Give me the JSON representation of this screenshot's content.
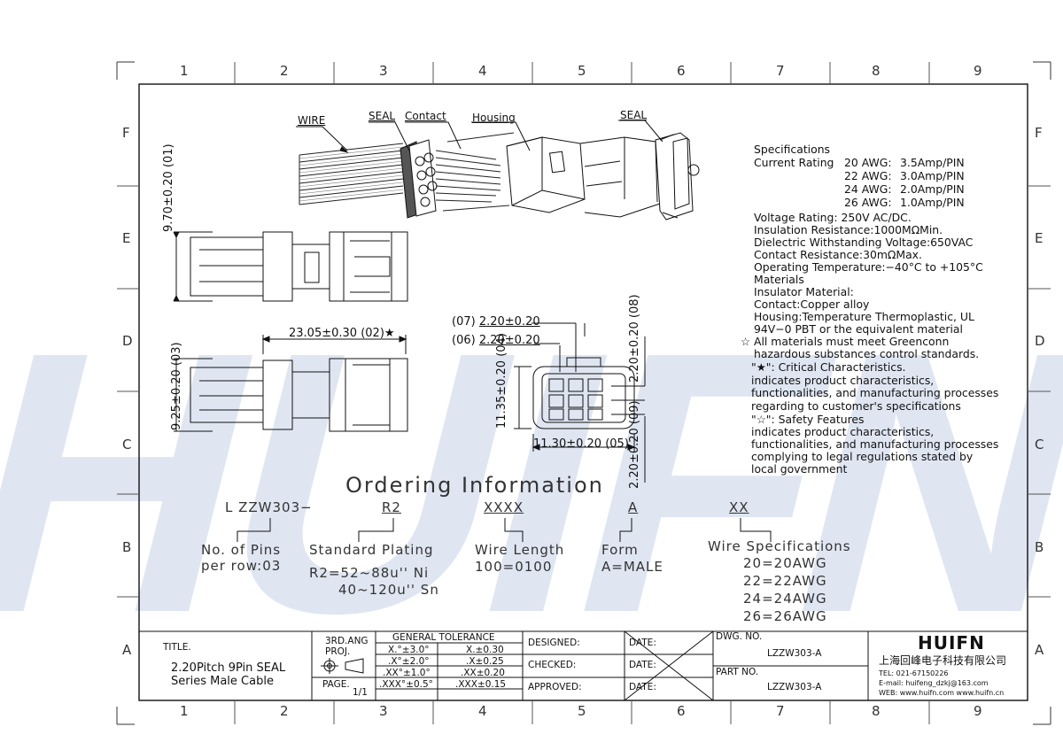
{
  "frame": {
    "columns": [
      "1",
      "2",
      "3",
      "4",
      "5",
      "6",
      "7",
      "8",
      "9"
    ],
    "rows": [
      "F",
      "E",
      "D",
      "C",
      "B",
      "A"
    ]
  },
  "callouts": {
    "wire": "WIRE",
    "seal_left": "SEAL",
    "contact": "Contact",
    "housing": "Housing",
    "seal_right": "SEAL"
  },
  "dimensions": {
    "d01": {
      "value": "9.70±0.20",
      "tag": "01"
    },
    "d02": {
      "value": "23.05±0.30",
      "tag": "02",
      "mark": "★"
    },
    "d03": {
      "value": "9.25±0.20",
      "tag": "03"
    },
    "d04": {
      "value": "11.35±0.20",
      "tag": "04"
    },
    "d05": {
      "value": "11.30±0.20",
      "tag": "05"
    },
    "d06": {
      "value": "2.20±0.20",
      "tag": "06"
    },
    "d07": {
      "value": "2.20±0.20",
      "tag": "07"
    },
    "d08": {
      "value": "2.20±0.20",
      "tag": "08"
    },
    "d09": {
      "value": "2.20±0.20",
      "tag": "09"
    }
  },
  "specifications": {
    "heading": "Specifications",
    "current_rating_label": "Current Rating",
    "current": [
      {
        "awg": "20 AWG:",
        "amp": "3.5Amp/PIN"
      },
      {
        "awg": "22 AWG:",
        "amp": "3.0Amp/PIN"
      },
      {
        "awg": "24 AWG:",
        "amp": "2.0Amp/PIN"
      },
      {
        "awg": "26 AWG:",
        "amp": "1.0Amp/PIN"
      }
    ],
    "voltage": "Voltage Rating: 250V AC/DC.",
    "insulation": "Insulation Resistance:1000MΩMin.",
    "dielectric": "Dielectric Withstanding Voltage:650VAC",
    "contact_res": "Contact Resistance:30mΩMax.",
    "op_temp": "Operating Temperature:−40°C to +105°C",
    "materials": "Materials",
    "insulator": "Insulator Material:",
    "contact_mat": "Contact:Copper alloy",
    "housing_mat": "Housing:Temperature Thermoplastic, UL",
    "housing_mat2": "94V−0 PBT or the equivalent material",
    "star_mark": "☆",
    "greenconn1": "All materials must meet Greenconn",
    "greenconn2": "hazardous substances control standards.",
    "critical_head": "\"★\": Critical Characteristics.",
    "critical1": "indicates product characteristics,",
    "critical2": "functionalities, and manufacturing processes",
    "critical3": "regarding to customer's specifications",
    "safety_head": "\"☆\": Safety Features",
    "safety1": "indicates product characteristics,",
    "safety2": "functionalities, and manufacturing processes",
    "safety3": "complying to legal regulations stated by",
    "safety4": "local government"
  },
  "ordering": {
    "title": "Ordering Information",
    "part_prefix": "L ZZW303−",
    "plating_code": "R2",
    "length_code": "XXXX",
    "form_code": "A",
    "wire_code": "XX",
    "pins_label": "No. of Pins",
    "pins_value": "per row:03",
    "plating_label": "Standard Plating",
    "plating_ni": "R2=52~88u'' Ni",
    "plating_sn": "40~120u'' Sn",
    "length_label": "Wire Length",
    "length_value": "100=0100",
    "form_label": "Form",
    "form_value": "A=MALE",
    "wire_label": "Wire Specifications",
    "wire_values": [
      "20=20AWG",
      "22=22AWG",
      "24=24AWG",
      "26=26AWG"
    ]
  },
  "title_block": {
    "title_label": "TITLE.",
    "title1": "2.20Pitch 9Pin SEAL",
    "title2": "Series Male Cable",
    "proj_label1": "3RD.ANG",
    "proj_label2": "PROJ.",
    "page_label": "PAGE.",
    "page_value": "1/1",
    "tol_head": "GENERAL TOLERANCE",
    "tol": [
      [
        "X.°±3.0°",
        "X.±0.30"
      ],
      [
        ".X°±2.0°",
        ".X±0.25"
      ],
      [
        ".XX°±1.0°",
        ".XX±0.20"
      ],
      [
        ".XXX°±0.5°",
        ".XXX±0.15"
      ]
    ],
    "designed": "DESIGNED:",
    "checked": "CHECKED:",
    "approved": "APPROVED:",
    "date": "DATE:",
    "dwg_label": "DWG. NO.",
    "dwg_value": "LZZW303-A",
    "part_label": "PART NO.",
    "part_value": "LZZW303-A",
    "brand": "HUIFN",
    "company": "上海回峰电子科技有限公司",
    "tel": "TEL: 021-67150226",
    "email": "E-mail: huifeng_dzkj@163.com",
    "web": "WEB: www.huifn.com  www.huifn.cn"
  },
  "watermark": {
    "text": "HUIFN",
    "color": "#dfe6f2"
  }
}
